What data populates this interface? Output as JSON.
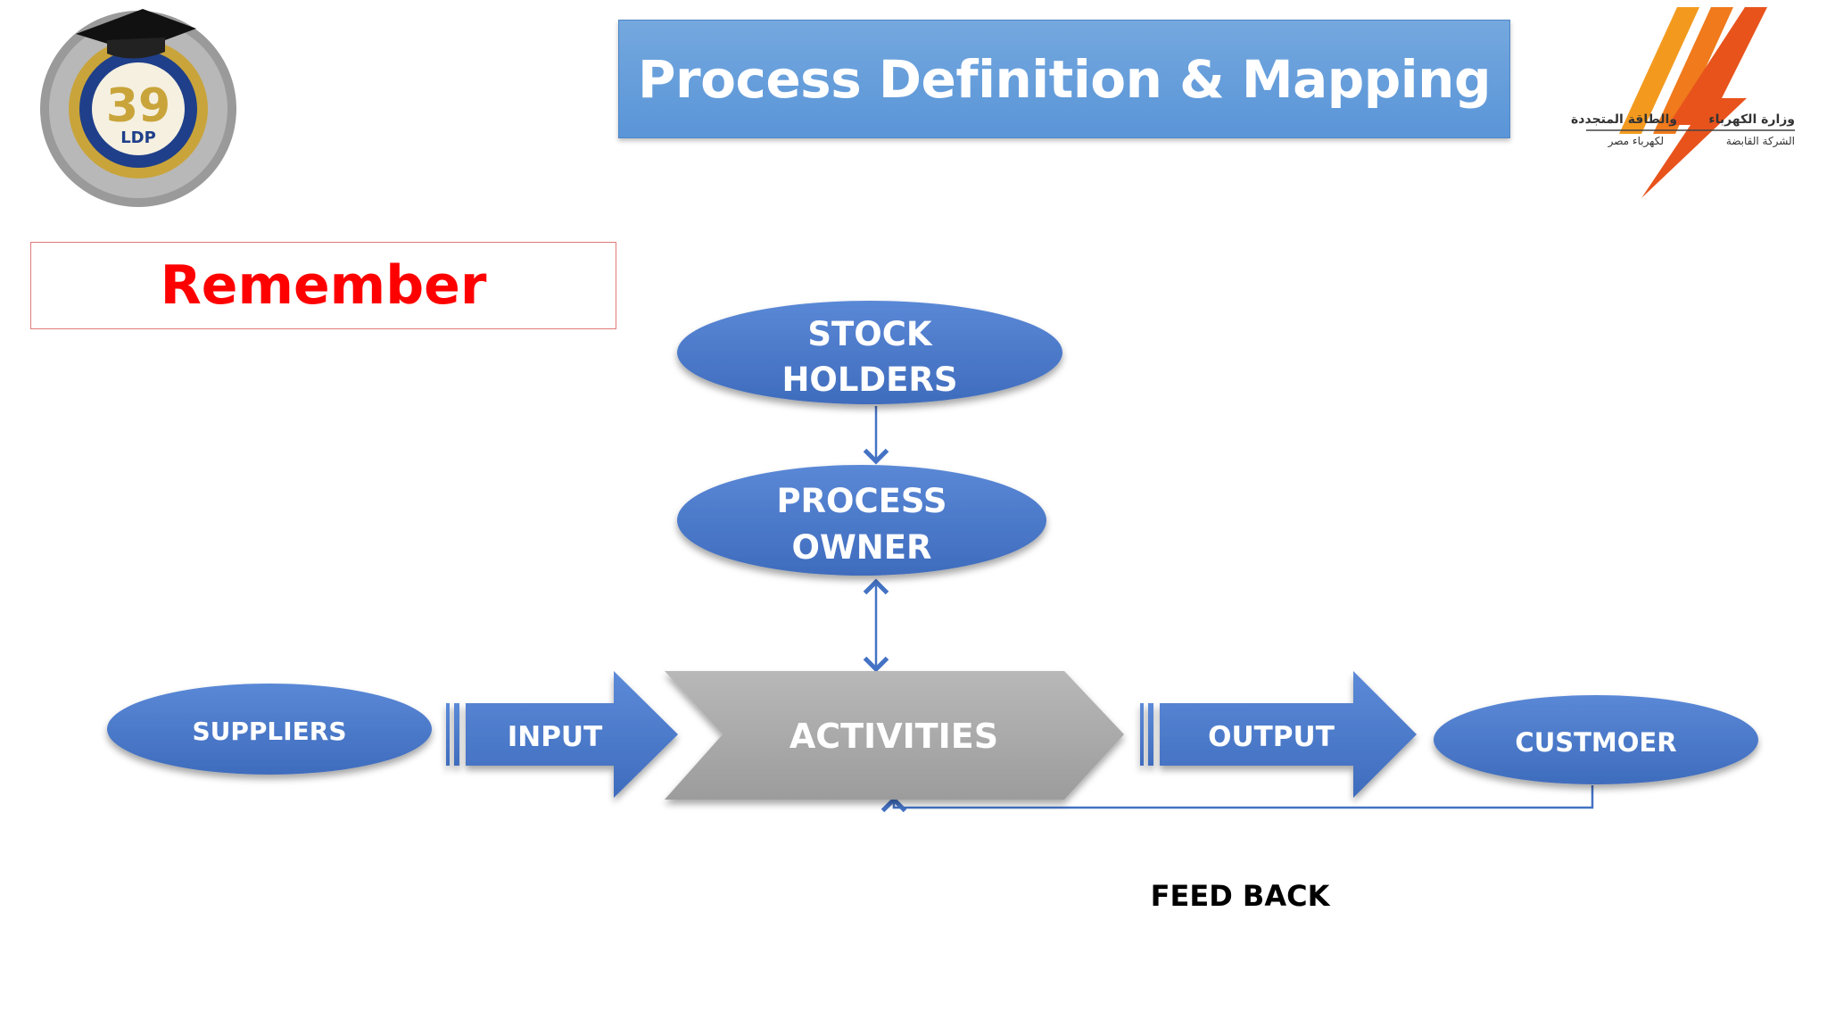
{
  "slide": {
    "title": "Process Definition & Mapping",
    "remember": "Remember",
    "feedback_label": "FEED BACK"
  },
  "logos": {
    "left_badge_number": "39",
    "left_badge_text": "LDP",
    "right_arabic_line1_right": "وزارة الكهرباء",
    "right_arabic_line1_left": "والطاقة المتجددة",
    "right_arabic_line2_right": "الشركة القابضة",
    "right_arabic_line2_left": "لكهرباء مصر"
  },
  "nodes": {
    "stock_holders_line1": "STOCK",
    "stock_holders_line2": "HOLDERS",
    "process_owner_line1": "PROCESS",
    "process_owner_line2": "OWNER",
    "suppliers": "SUPPLIERS",
    "input": "INPUT",
    "activities": "ACTIVITIES",
    "output": "OUTPUT",
    "customer": "CUSTMOER"
  },
  "colors": {
    "ellipse_fill": "#4a78c9",
    "arrow_fill": "#4f7fd0",
    "activities_fill": "#a8a8a8",
    "connector": "#4472c4",
    "title_bg": "#5f9ad9",
    "remember_text": "#ff0000"
  }
}
